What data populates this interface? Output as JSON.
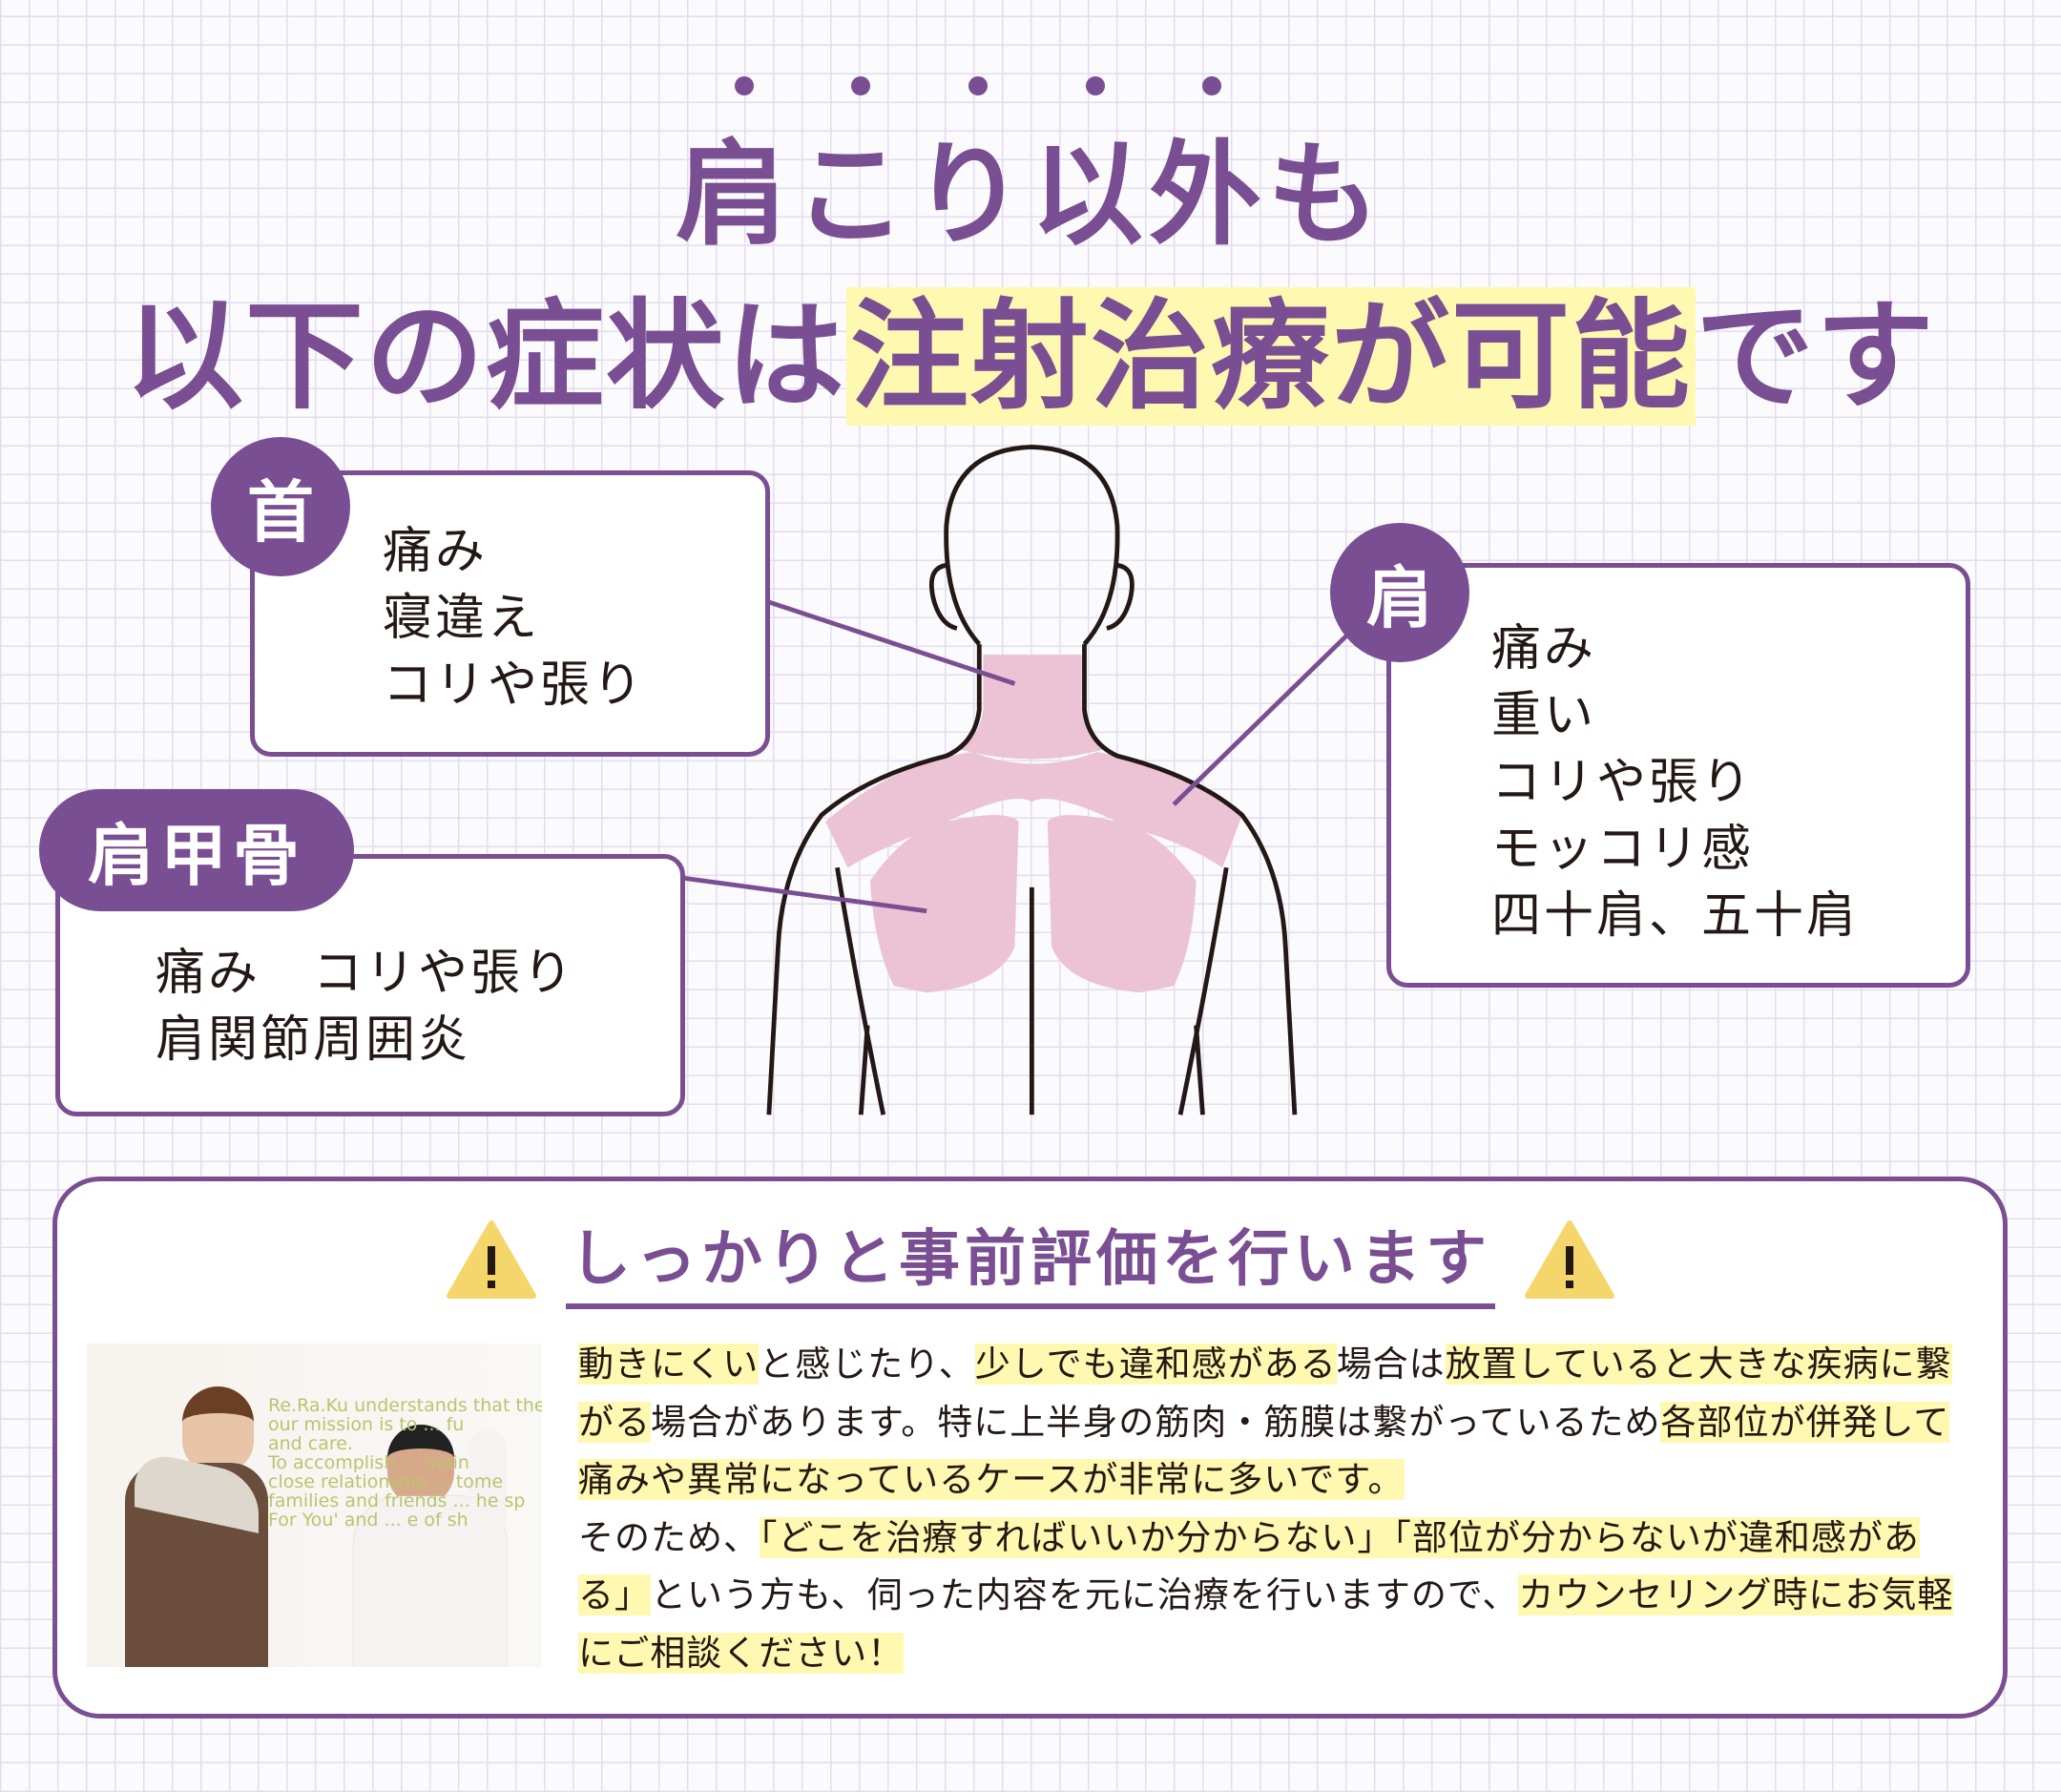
{
  "title": {
    "line1": "肩こり以外も",
    "line2_pre": "以下の症状は",
    "line2_highlight": "注射治療が可能",
    "line2_post": "です"
  },
  "neck": {
    "label": "首",
    "symptoms": [
      "痛み",
      "寝違え",
      "コリや張り"
    ]
  },
  "shoulder": {
    "label": "肩",
    "symptoms": [
      "痛み",
      "重い",
      "コリや張り",
      "モッコリ感",
      "四十肩、五十肩"
    ]
  },
  "scapula": {
    "label": "肩甲骨",
    "symptoms": [
      "痛み　コリや張り",
      "肩関節周囲炎"
    ]
  },
  "assessment": {
    "heading": "しっかりと事前評価を行います",
    "icon": "warning-icon",
    "segments": [
      {
        "t": "動きにくい",
        "h": true
      },
      {
        "t": "と感じたり、",
        "h": false
      },
      {
        "t": "少しでも違和感がある",
        "h": true
      },
      {
        "t": "場合は",
        "h": false
      },
      {
        "t": "放置していると大きな疾病に繋がる",
        "h": true
      },
      {
        "t": "場合があります。特に上半身の筋肉・筋膜は繋がっているため",
        "h": false
      },
      {
        "t": "各部位が併発して痛みや異常になっているケースが非常に多いです。",
        "h": true
      },
      {
        "br": true
      },
      {
        "t": "そのため、",
        "h": false
      },
      {
        "t": "「どこを治療すればいいか分からない」",
        "h": true
      },
      {
        "t": "「部位が分からないが違和感がある」",
        "h": true
      },
      {
        "t": "という方も、伺った内容を元に治療を行いますので、",
        "h": false
      },
      {
        "t": "カウンセリング時にお気軽にご相談ください！",
        "h": true
      }
    ]
  },
  "photo": {
    "wall_text": [
      "Re.Ra.Ku understands that the impo",
      "our mission is to ... fu",
      "and care.",
      "To accomplish ... main",
      "close relationship ... tome",
      "families and friends ... he sp",
      "For You' and ... e of sh"
    ]
  },
  "colors": {
    "accent": "#7a4e92",
    "highlight": "#fff8b0",
    "pink": "#ebc3d4",
    "warning": "#f5d66b"
  }
}
